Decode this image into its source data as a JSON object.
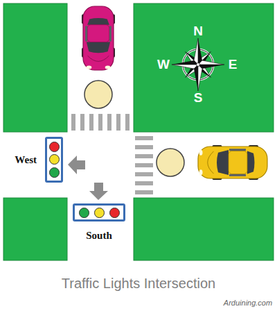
{
  "diagram": {
    "caption": "Traffic Lights Intersection",
    "nodes": [
      {
        "text": [
          "West"
        ]
      },
      {
        "text": [
          "South"
        ]
      }
    ],
    "labels": [
      "N",
      "W",
      "E",
      "S",
      "Arduining.com"
    ]
  }
}
